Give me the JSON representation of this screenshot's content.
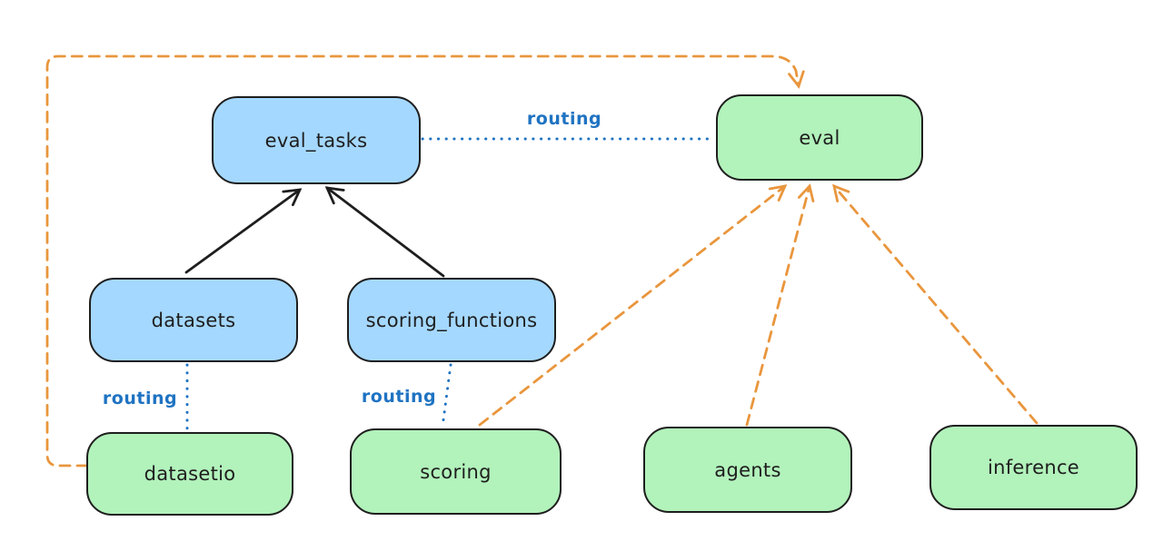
{
  "colors": {
    "background": "#ffffff",
    "registry_fill": "#a5d8ff",
    "provider_fill": "#b2f2bb",
    "node_stroke": "#1e1e1e",
    "label_text": "#1e1e1e",
    "routing_color": "#1f73c2",
    "provider_arrow_color": "#e9963d",
    "dependency_arrow_color": "#1e1e1e"
  },
  "diagram": {
    "nodes": {
      "eval_tasks": {
        "label": "eval_tasks"
      },
      "datasets": {
        "label": "datasets"
      },
      "scoring_functions": {
        "label": "scoring_functions"
      },
      "eval": {
        "label": "eval"
      },
      "datasetio": {
        "label": "datasetio"
      },
      "scoring": {
        "label": "scoring"
      },
      "agents": {
        "label": "agents"
      },
      "inference": {
        "label": "inference"
      }
    },
    "edge_labels": {
      "eval_tasks_to_eval": {
        "label": "routing"
      },
      "datasets_to_datasetio": {
        "label": "routing"
      },
      "scoring_functions_to_scoring": {
        "label": "routing"
      }
    }
  }
}
